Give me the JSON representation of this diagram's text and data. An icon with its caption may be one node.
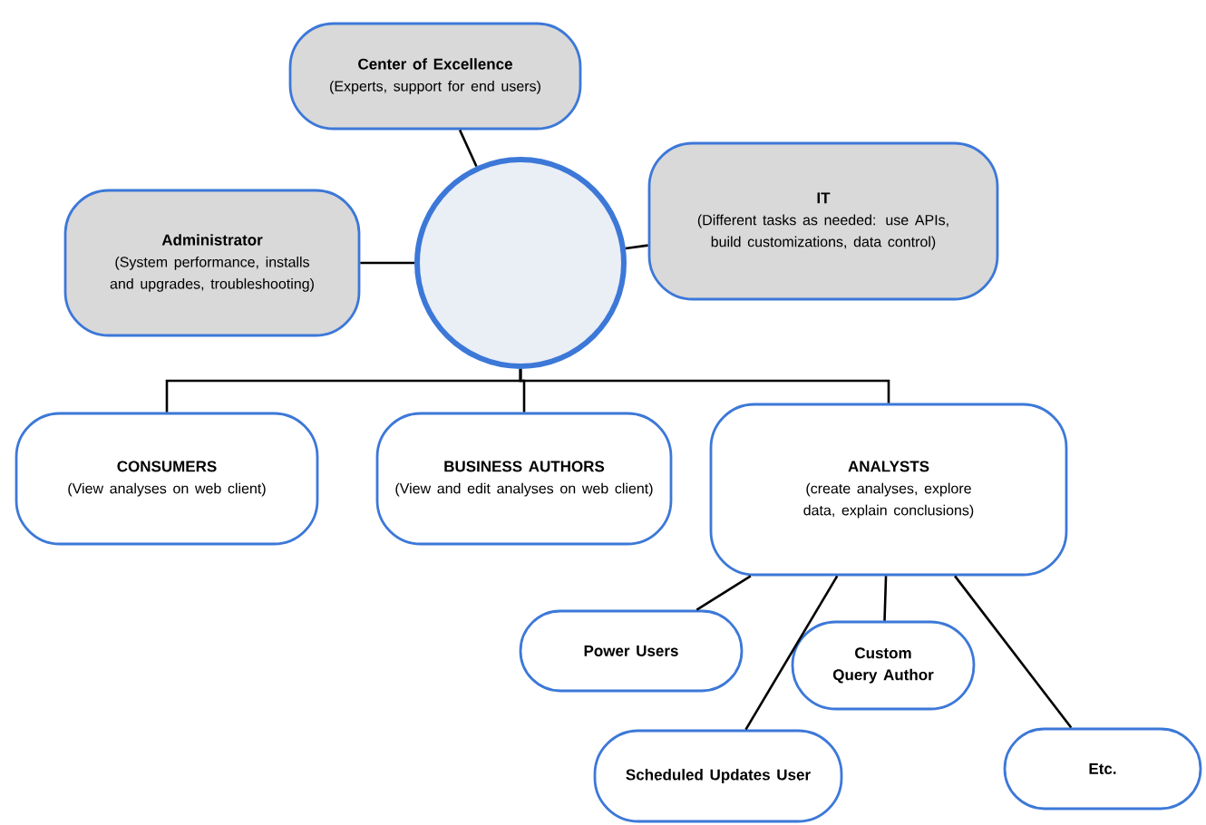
{
  "diagram": {
    "nodes": [
      {
        "text": [
          "Center of Excellence",
          "(Experts, support for end users)"
        ]
      },
      {
        "text": [
          "Administrator",
          "(System performance, installs and upgrades, troubleshooting)"
        ]
      },
      {
        "text": [],
        "shape": "circle"
      },
      {
        "text": [
          "IT",
          "(Different tasks as needed: use APIs, build customizations, data control)"
        ]
      },
      {
        "text": [
          "CONSUMERS",
          "(View analyses on web client)"
        ]
      },
      {
        "text": [
          "BUSINESS AUTHORS",
          "(View and edit analyses on web client)"
        ]
      },
      {
        "text": [
          "ANALYSTS",
          "(create analyses, explore data, explain conclusions)"
        ]
      },
      {
        "text": [
          "Power Users"
        ]
      },
      {
        "text": [
          "Custom Query Author"
        ]
      },
      {
        "text": [
          "Scheduled Updates User"
        ]
      },
      {
        "text": [
          "Etc."
        ]
      }
    ],
    "edges": [
      {
        "from": 2,
        "to": 0,
        "arrow": "none"
      },
      {
        "from": 2,
        "to": 1,
        "arrow": "none"
      },
      {
        "from": 2,
        "to": 3,
        "arrow": "none"
      },
      {
        "from": 2,
        "to": 4,
        "arrow": "none"
      },
      {
        "from": 2,
        "to": 5,
        "arrow": "none"
      },
      {
        "from": 2,
        "to": 6,
        "arrow": "none"
      },
      {
        "from": 6,
        "to": 7,
        "arrow": "none"
      },
      {
        "from": 6,
        "to": 9,
        "arrow": "none"
      },
      {
        "from": 6,
        "to": 8,
        "arrow": "none"
      },
      {
        "from": 6,
        "to": 10,
        "arrow": "none"
      }
    ]
  }
}
